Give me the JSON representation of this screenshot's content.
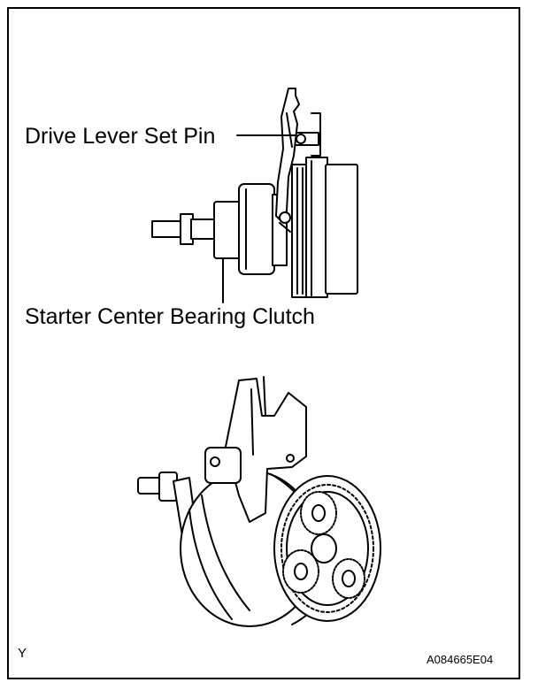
{
  "callouts": {
    "drive_lever_set_pin": "Drive Lever Set Pin",
    "starter_center_bearing_clutch": "Starter Center Bearing Clutch"
  },
  "footer": {
    "corner_code": "Y",
    "figure_id": "A084665E04"
  },
  "colors": {
    "line": "#000000",
    "background": "#ffffff"
  }
}
